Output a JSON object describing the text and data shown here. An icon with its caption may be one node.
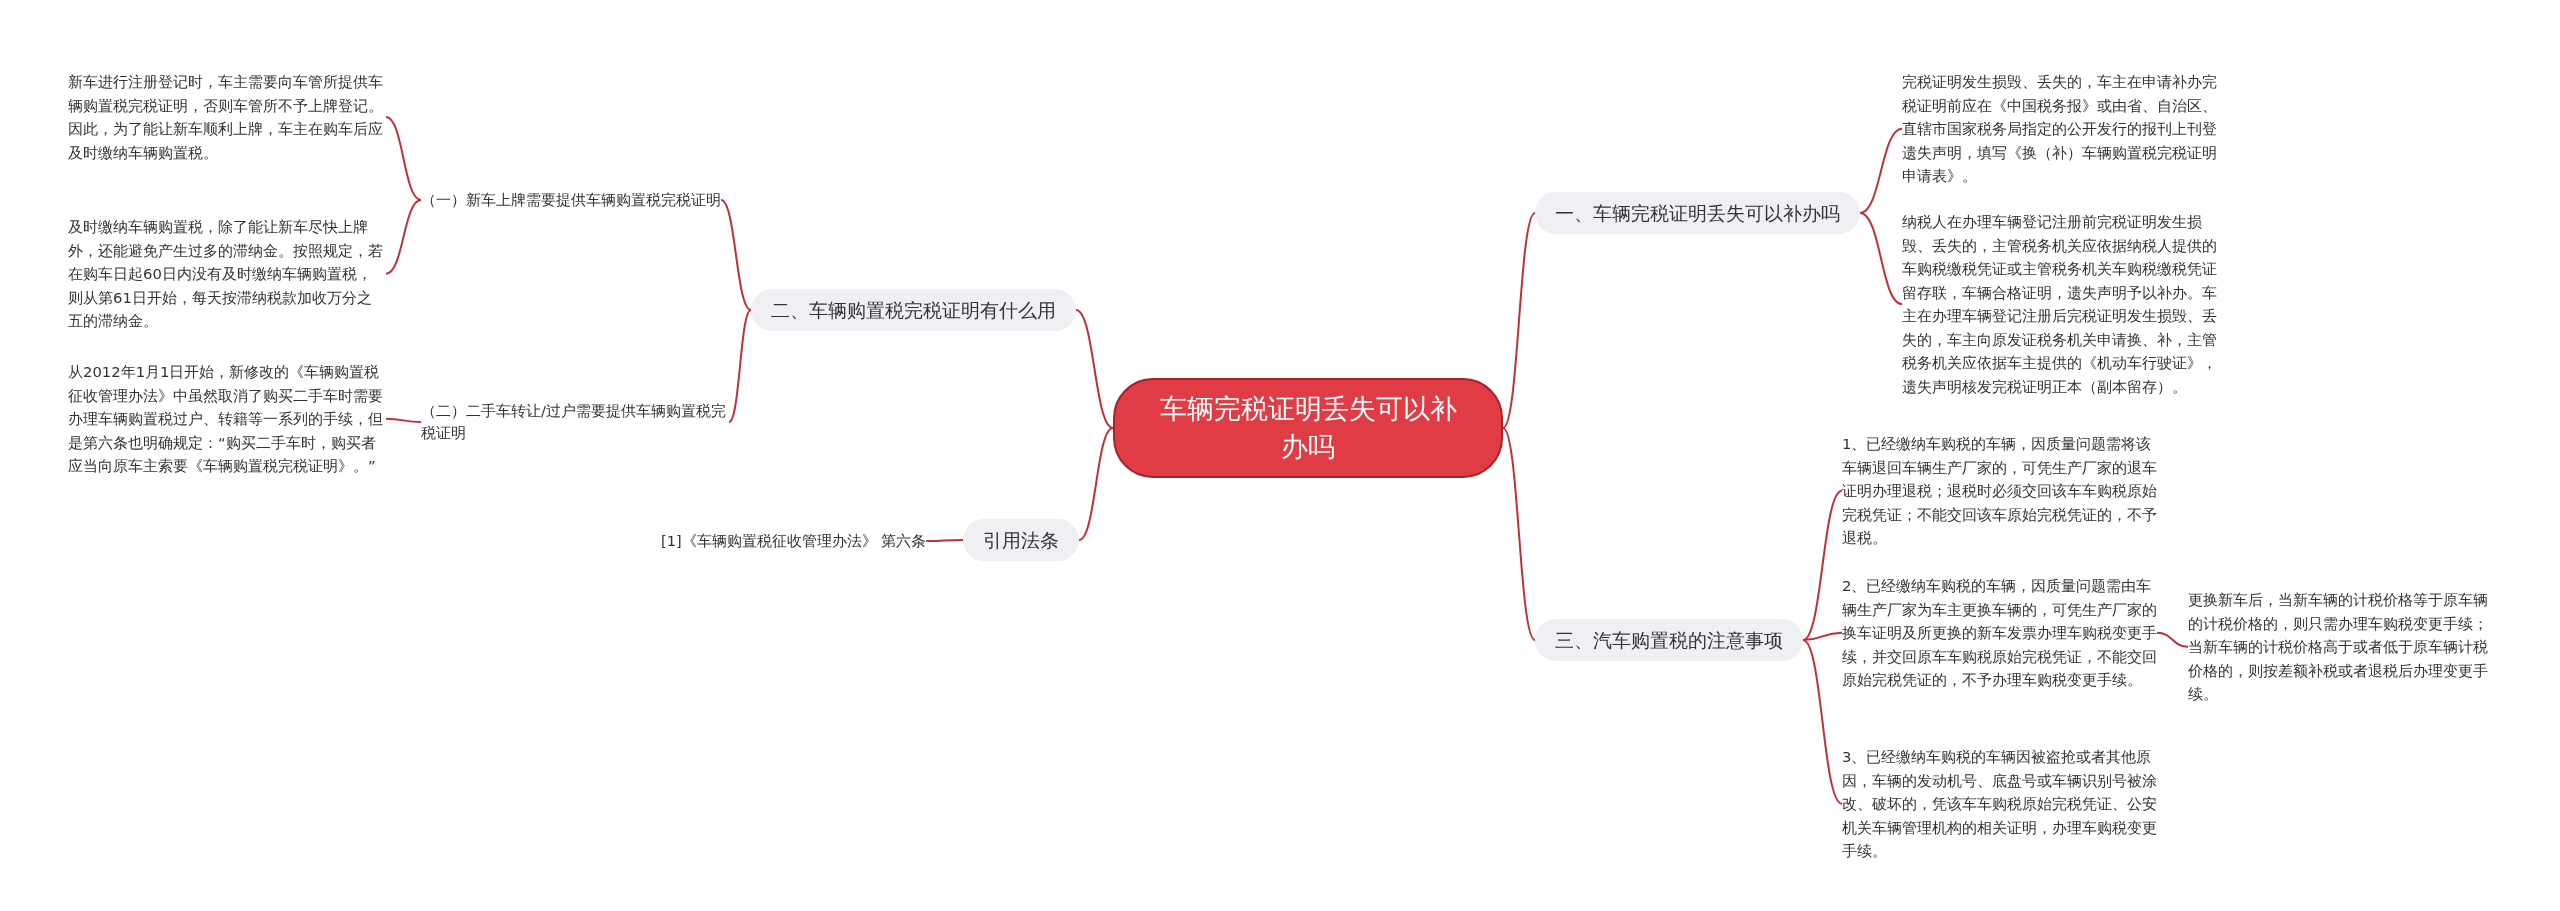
{
  "diagram": {
    "nodes": [
      {
        "text": [
          "车辆完税证明丢失可以补办吗"
        ]
      },
      {
        "text": [
          "一、车辆完税证明丢失可以补办吗"
        ]
      },
      {
        "text": [
          "完税证明发生损毁、丢失的，车主在申请补办完税证明前应在《中国税务报》或由省、自治区、直辖市国家税务局指定的公开发行的报刊上刊登遗失声明，填写《换（补）车辆购置税完税证明申请表》。"
        ]
      },
      {
        "text": [
          "纳税人在办理车辆登记注册前完税证明发生损毁、丢失的，主管税务机关应依据纳税人提供的车购税缴税凭证或主管税务机关车购税缴税凭证留存联，车辆合格证明，遗失声明予以补办。车主在办理车辆登记注册后完税证明发生损毁、丢失的，车主向原发证税务机关申请换、补，主管税务机关应依据车主提供的《机动车行驶证》，遗失声明核发完税证明正本（副本留存）。"
        ]
      },
      {
        "text": [
          "三、汽车购置税的注意事项"
        ]
      },
      {
        "text": [
          "1、已经缴纳车购税的车辆，因质量问题需将该车辆退回车辆生产厂家的，可凭生产厂家的退车证明办理退税；退税时必须交回该车车购税原始完税凭证；不能交回该车原始完税凭证的，不予退税。"
        ]
      },
      {
        "text": [
          "2、已经缴纳车购税的车辆，因质量问题需由车辆生产厂家为车主更换车辆的，可凭生产厂家的换车证明及所更换的新车发票办理车购税变更手续，并交回原车车购税原始完税凭证，不能交回原始完税凭证的，不予办理车购税变更手续。"
        ]
      },
      {
        "text": [
          "3、已经缴纳车购税的车辆因被盗抢或者其他原因，车辆的发动机号、底盘号或车辆识别号被涂改、破坏的，凭该车车购税原始完税凭证、公安机关车辆管理机构的相关证明，办理车购税变更手续。"
        ]
      },
      {
        "text": [
          "更换新车后，当新车辆的计税价格等于原车辆的计税价格的，则只需办理车购税变更手续；当新车辆的计税价格高于或者低于原车辆计税价格的，则按差额补税或者退税后办理变更手续。"
        ]
      },
      {
        "text": [
          "二、车辆购置税完税证明有什么用"
        ]
      },
      {
        "text": [
          "（一）新车上牌需要提供车辆购置税完税证明"
        ]
      },
      {
        "text": [
          "新车进行注册登记时，车主需要向车管所提供车辆购置税完税证明，否则车管所不予上牌登记。因此，为了能让新车顺利上牌，车主在购车后应及时缴纳车辆购置税。"
        ]
      },
      {
        "text": [
          "及时缴纳车辆购置税，除了能让新车尽快上牌外，还能避免产生过多的滞纳金。按照规定，若在购车日起60日内没有及时缴纳车辆购置税，则从第61日开始，每天按滞纳税款加收万分之五的滞纳金。"
        ]
      },
      {
        "text": [
          "（二）二手车转让/过户需要提供车辆购置税完税证明"
        ]
      },
      {
        "text": [
          "从2012年1月1日开始，新修改的《车辆购置税征收管理办法》中虽然取消了购买二手车时需要办理车辆购置税过户、转籍等一系列的手续，但是第六条也明确规定：“购买二手车时，购买者应当向原车主索要《车辆购置税完税证明》。”"
        ]
      },
      {
        "text": [
          "引用法条"
        ]
      },
      {
        "text": [
          "[1]《车辆购置税征收管理办法》 第六条"
        ]
      }
    ],
    "edges": [
      {
        "from": 0,
        "to": 1,
        "arrow": "none"
      },
      {
        "from": 1,
        "to": 2,
        "arrow": "none"
      },
      {
        "from": 1,
        "to": 3,
        "arrow": "none"
      },
      {
        "from": 0,
        "to": 4,
        "arrow": "none"
      },
      {
        "from": 4,
        "to": 5,
        "arrow": "none"
      },
      {
        "from": 4,
        "to": 6,
        "arrow": "none"
      },
      {
        "from": 4,
        "to": 7,
        "arrow": "none"
      },
      {
        "from": 6,
        "to": 8,
        "arrow": "none"
      },
      {
        "from": 0,
        "to": 9,
        "arrow": "none"
      },
      {
        "from": 9,
        "to": 10,
        "arrow": "none"
      },
      {
        "from": 10,
        "to": 11,
        "arrow": "none"
      },
      {
        "from": 10,
        "to": 12,
        "arrow": "none"
      },
      {
        "from": 9,
        "to": 13,
        "arrow": "none"
      },
      {
        "from": 13,
        "to": 14,
        "arrow": "none"
      },
      {
        "from": 0,
        "to": 15,
        "arrow": "none"
      },
      {
        "from": 15,
        "to": 16,
        "arrow": "none"
      }
    ]
  }
}
